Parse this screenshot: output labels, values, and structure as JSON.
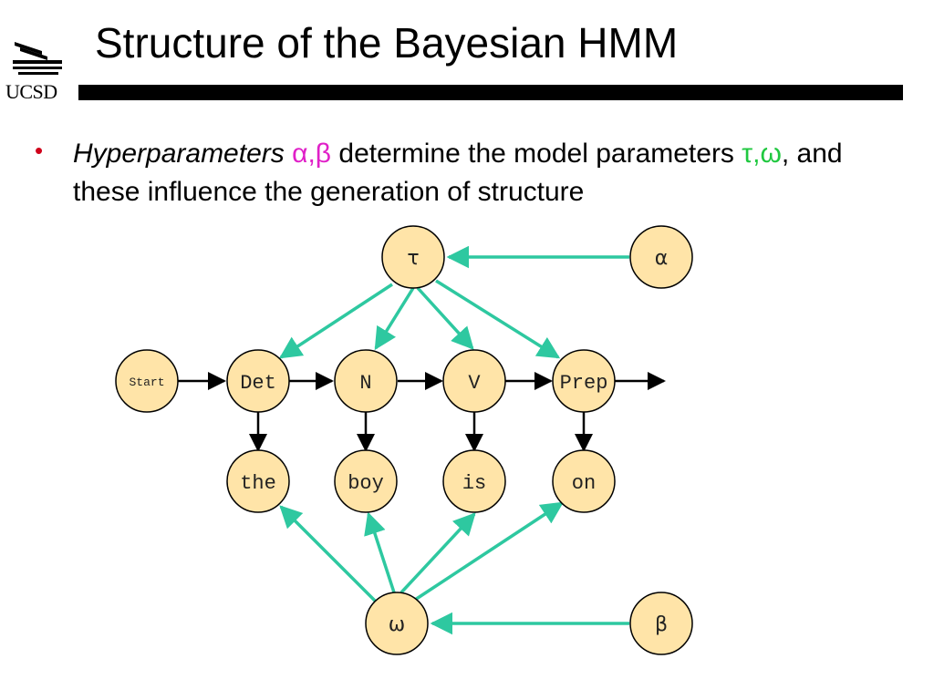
{
  "logo": {
    "text": "UCSD"
  },
  "title": "Structure of the Bayesian HMM",
  "bullet": {
    "term": "Hyperparameters",
    "hyper_symbols": "α,β",
    "middle": " determine the model parameters ",
    "param_symbols": "τ,ω",
    "tail": ", and these influence the generation of structure"
  },
  "colors": {
    "hyper": "#e020c8",
    "param": "#20c840",
    "edge": "#2ec8a0",
    "node": "#ffe4a8"
  },
  "nodes": {
    "tau": "τ",
    "alpha": "α",
    "omega": "ω",
    "beta": "β",
    "start": "Start",
    "det": "Det",
    "n": "N",
    "v": "V",
    "prep": "Prep",
    "the": "the",
    "boy": "boy",
    "is": "is",
    "on": "on"
  }
}
